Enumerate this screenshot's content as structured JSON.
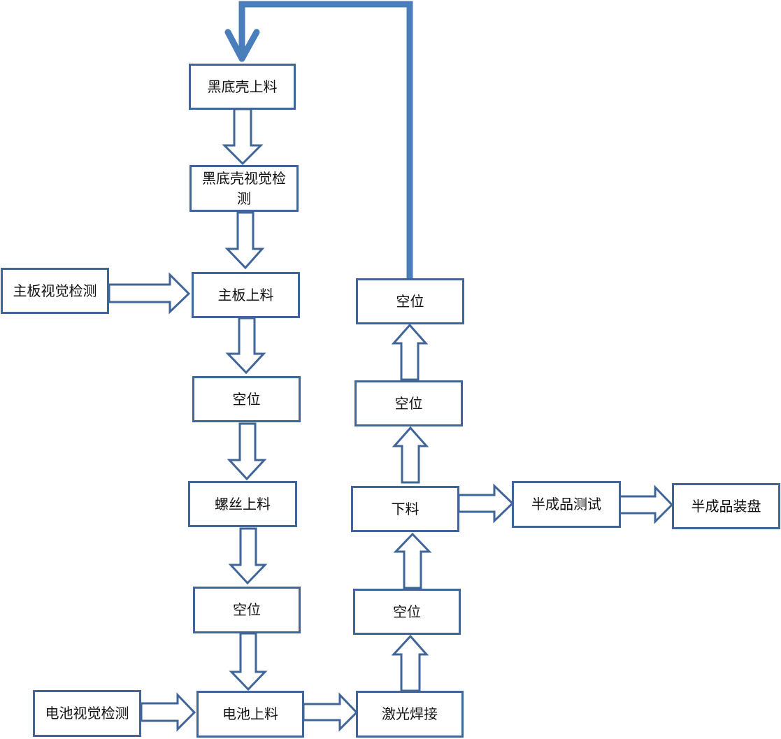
{
  "colors": {
    "box_border": "#3f6599",
    "arrow": "#3f6599",
    "return_line": "#4a7ebb",
    "text": "#111111"
  },
  "nodes": {
    "n1": "黑底壳上料",
    "n2": "黑底壳视觉检测",
    "n3": "主板上料",
    "n4": "主板视觉检测",
    "n5": "空位",
    "n6": "螺丝上料",
    "n7": "空位",
    "n8": "电池上料",
    "n9": "电池视觉检测",
    "n10": "激光焊接",
    "n11": "空位",
    "n12": "下料",
    "n13": "空位",
    "n14": "空位",
    "n15": "半成品测试",
    "n16": "半成品装盘"
  }
}
